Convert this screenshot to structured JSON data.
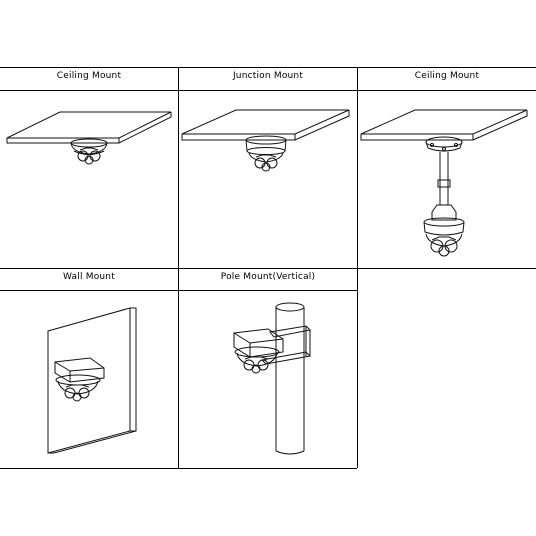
{
  "panels": [
    {
      "label": "Ceiling Mount"
    },
    {
      "label": "Junction Mount"
    },
    {
      "label": "Ceiling Mount"
    },
    {
      "label": "Wall Mount"
    },
    {
      "label": "Pole Mount(Vertical)"
    }
  ]
}
